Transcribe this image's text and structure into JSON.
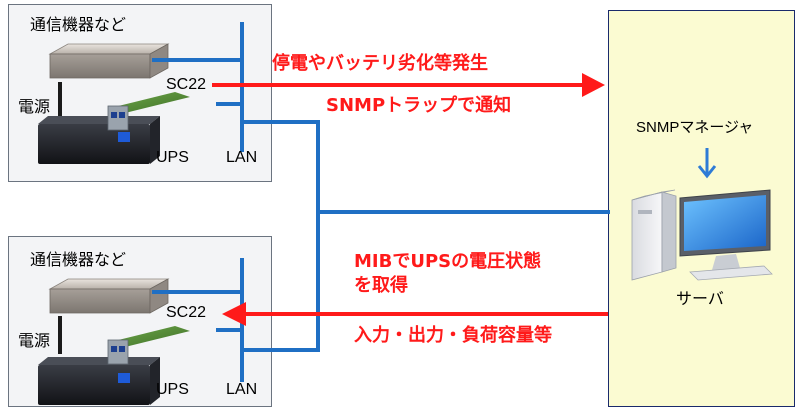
{
  "top_panel": {
    "device_label": "通信機器など",
    "card_label": "SC22",
    "power_label": "電源",
    "ups_label": "UPS",
    "lan_label": "LAN"
  },
  "bottom_panel": {
    "device_label": "通信機器など",
    "card_label": "SC22",
    "power_label": "電源",
    "ups_label": "UPS",
    "lan_label": "LAN"
  },
  "server": {
    "manager_label": "SNMPマネージャ",
    "server_label": "サーバ"
  },
  "annotations": {
    "trap_line1": "停電やバッテリ劣化等発生",
    "trap_line2": "SNMPトラップで通知",
    "mib_line1": "MIBでUPSの電圧状態",
    "mib_line2": "を取得",
    "mib_line3": "入力・出力・負荷容量等"
  },
  "colors": {
    "network_line": "#1f6fc4",
    "arrow": "#ff1a1a",
    "server_panel": "#fbfbd2"
  }
}
